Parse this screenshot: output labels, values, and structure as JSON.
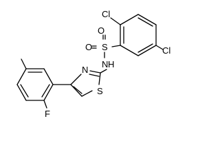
{
  "molecule": {
    "atoms": {
      "cl_top": "Cl",
      "cl_right": "Cl",
      "oxygen_left": "O",
      "oxygen_bottom": "O",
      "sulfur": "S",
      "nh": "N",
      "nh_h": "H",
      "thiazole_n": "N",
      "thiazole_s": "S",
      "fluorine": "F"
    },
    "colors": {
      "bond": "#000000",
      "label": "#000000",
      "background": "#ffffff"
    }
  }
}
